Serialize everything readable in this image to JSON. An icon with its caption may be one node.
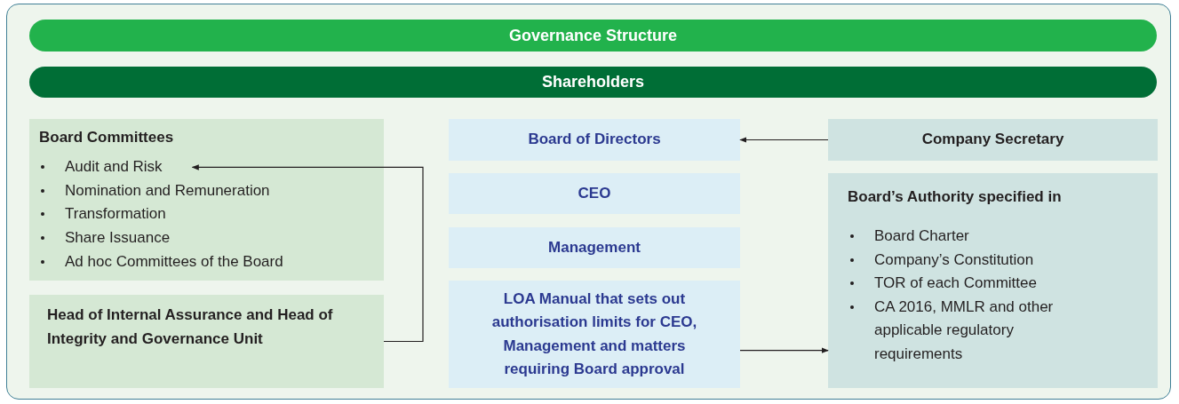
{
  "diagram": {
    "nodes": [
      {
        "text": [
          "Governance Structure"
        ]
      },
      {
        "text": [
          "Shareholders"
        ]
      },
      {
        "text": [
          "Board Committees"
        ]
      },
      {
        "text": [
          "Audit and Risk"
        ],
        "in": 2
      },
      {
        "text": [
          "Nomination and Remuneration"
        ],
        "in": 2
      },
      {
        "text": [
          "Transformation"
        ],
        "in": 2
      },
      {
        "text": [
          "Share Issuance"
        ],
        "in": 2
      },
      {
        "text": [
          "Ad hoc Committees of the Board"
        ],
        "in": 2
      },
      {
        "text": [
          "Head of Internal Assurance and Head of Integrity and Governance Unit"
        ]
      },
      {
        "text": [
          "Board of Directors"
        ]
      },
      {
        "text": [
          "CEO"
        ]
      },
      {
        "text": [
          "Management"
        ]
      },
      {
        "text": [
          "LOA Manual that sets out authorisation limits for CEO, Management and matters requiring Board approval"
        ]
      },
      {
        "text": [
          "Company Secretary"
        ]
      },
      {
        "text": [
          "Board’s Authority specified in"
        ]
      },
      {
        "text": [
          "Board Charter"
        ],
        "in": 14
      },
      {
        "text": [
          "Company’s Constitution"
        ],
        "in": 14
      },
      {
        "text": [
          "TOR of each Committee"
        ],
        "in": 14
      },
      {
        "text": [
          "CA 2016, MMLR and other applicable regulatory requirements"
        ],
        "in": 14
      }
    ],
    "edges": [
      {
        "from": 8,
        "to": 3,
        "arrow": "to"
      },
      {
        "from": 13,
        "to": 9,
        "arrow": "to"
      },
      {
        "from": 12,
        "to": 14,
        "arrow": "to"
      }
    ]
  }
}
